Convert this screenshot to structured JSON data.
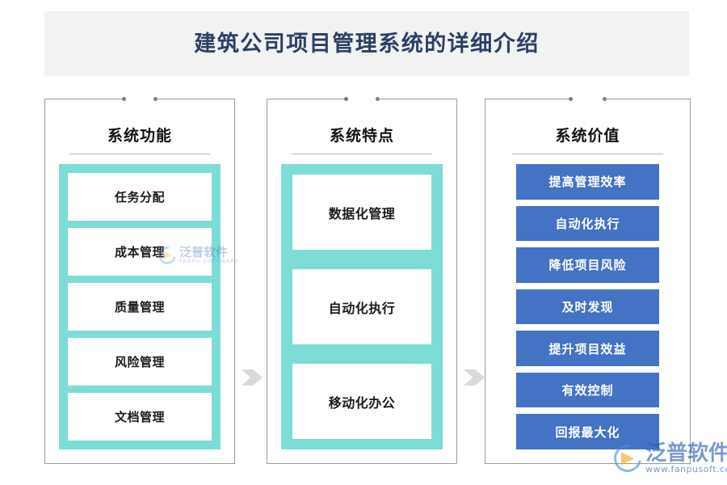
{
  "header": {
    "title": "建筑公司项目管理系统的详细介绍",
    "background_color": "#f2f2f2",
    "title_color": "#2b3f63"
  },
  "colors": {
    "teal": "#7ddcd6",
    "blue": "#4472c4",
    "card_border": "#9a9a9a",
    "arrow": "#d9d9d9",
    "divider": "#b6b6b6"
  },
  "columns": [
    {
      "title": "系统功能",
      "style": "teal",
      "items": [
        {
          "label": "任务分配"
        },
        {
          "label": "成本管理"
        },
        {
          "label": "质量管理"
        },
        {
          "label": "风险管理"
        },
        {
          "label": "文档管理"
        }
      ]
    },
    {
      "title": "系统特点",
      "style": "teal",
      "items": [
        {
          "label": "数据化管理"
        },
        {
          "label": "自动化执行"
        },
        {
          "label": "移动化办公"
        }
      ]
    },
    {
      "title": "系统价值",
      "style": "blue",
      "items": [
        {
          "label": "提高管理效率"
        },
        {
          "label": "自动化执行"
        },
        {
          "label": "降低项目风险"
        },
        {
          "label": "及时发现"
        },
        {
          "label": "提升项目效益"
        },
        {
          "label": "有效控制"
        },
        {
          "label": "回报最大化"
        }
      ]
    }
  ],
  "connectors": [
    {
      "name": "chevron-right-icon"
    },
    {
      "name": "chevron-right-icon"
    }
  ],
  "watermarks": {
    "middle": {
      "cn": "泛普软件",
      "en": "FANPU SOFTWARE"
    },
    "bottom_right": {
      "cn": "泛普软件",
      "en": "www.fanpusoft.com"
    }
  }
}
